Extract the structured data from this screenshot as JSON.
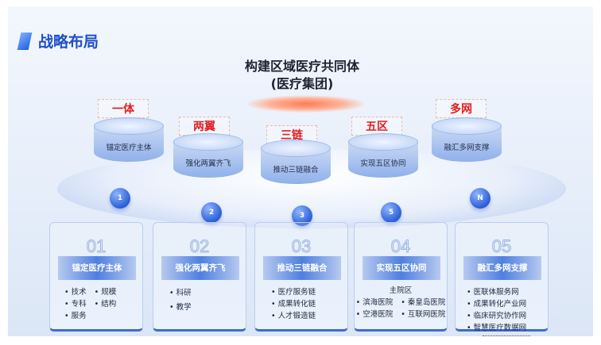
{
  "header": {
    "title": "战略布局"
  },
  "center": {
    "title": "构建区域医疗共同体",
    "subtitle": "(医疗集团)"
  },
  "pillars": [
    {
      "tag": "一体",
      "label": "锚定医疗主体",
      "ball": "1"
    },
    {
      "tag": "两翼",
      "label": "强化两翼齐飞",
      "ball": "2"
    },
    {
      "tag": "三链",
      "label": "推动三链融合",
      "ball": "3"
    },
    {
      "tag": "五区",
      "label": "实现五区协同",
      "ball": "5"
    },
    {
      "tag": "多网",
      "label": "融汇多网支撑",
      "ball": "N"
    }
  ],
  "cards": [
    {
      "num": "01",
      "title": "锚定医疗主体",
      "col1": [
        "技术",
        "专科",
        "服务"
      ],
      "col2": [
        "规模",
        "结构"
      ]
    },
    {
      "num": "02",
      "title": "强化两翼齐飞",
      "items": [
        "科研",
        "教学"
      ]
    },
    {
      "num": "03",
      "title": "推动三链融合",
      "items": [
        "医疗服务链",
        "成果转化链",
        "人才锻造链"
      ]
    },
    {
      "num": "04",
      "title": "实现五区协同",
      "main": "主院区",
      "col1": [
        "滨海医院",
        "空港医院"
      ],
      "col2": [
        "秦皇岛医院",
        "互联网医院"
      ]
    },
    {
      "num": "05",
      "title": "融汇多网支撑",
      "items": [
        "医联体服务网",
        "成果转化产业网",
        "临床研究协作网",
        "智慧医疗数据网"
      ]
    }
  ]
}
